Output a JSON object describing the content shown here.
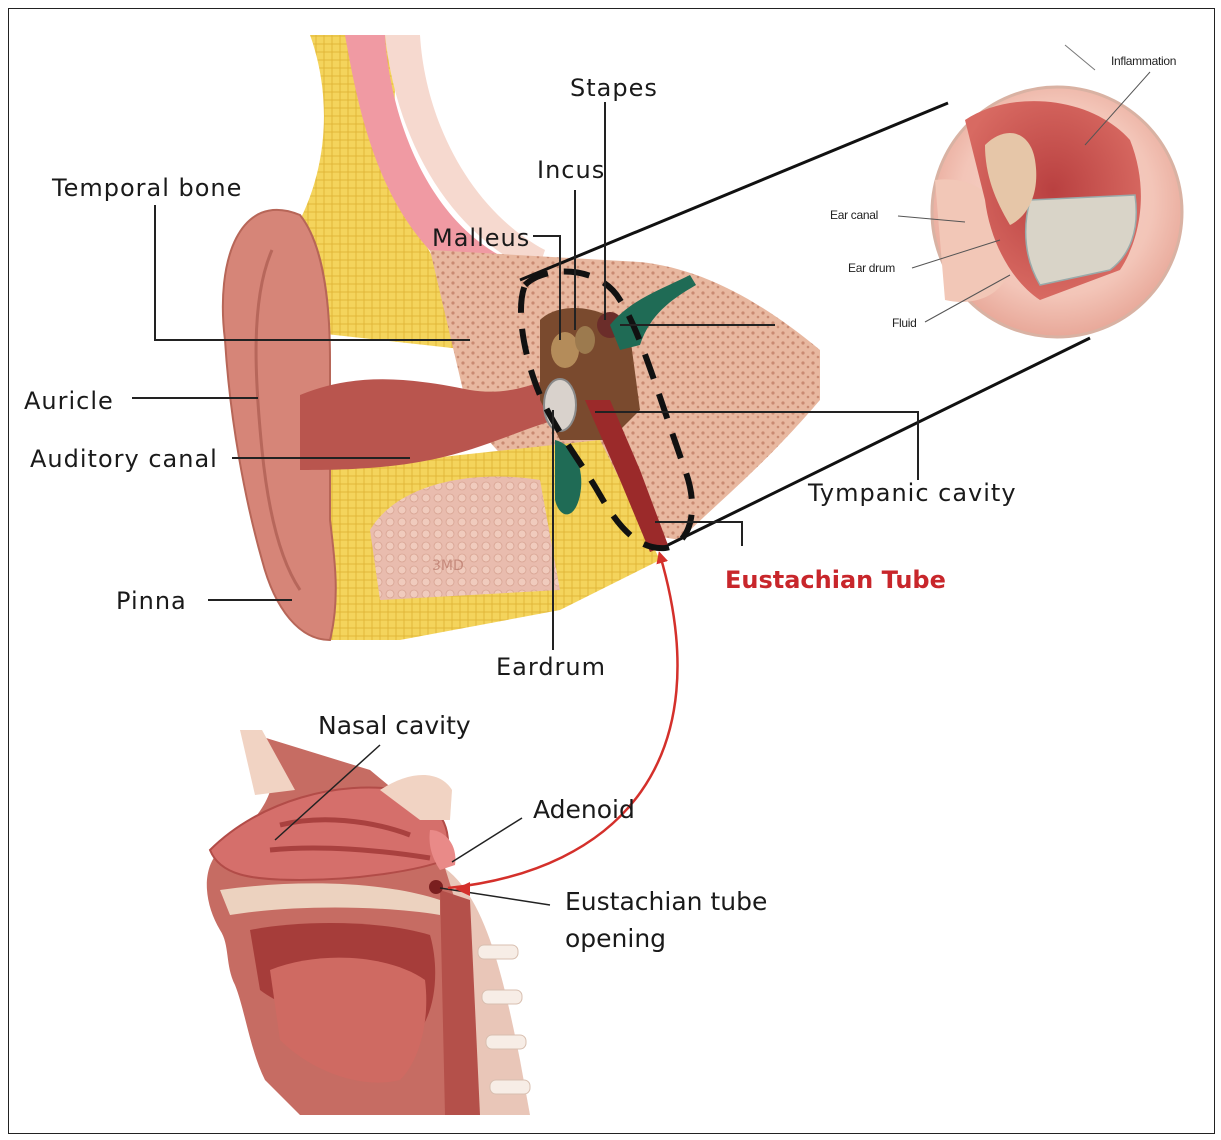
{
  "ear_diagram": {
    "labels": {
      "temporal_bone": "Temporal bone",
      "auricle": "Auricle",
      "auditory_canal": "Auditory canal",
      "pinna": "Pinna",
      "malleus": "Malleus",
      "incus": "Incus",
      "stapes": "Stapes",
      "eardrum": "Eardrum",
      "tympanic_cavity": "Tympanic cavity",
      "eustachian_tube": "Eustachian Tube",
      "watermark": "3MD"
    },
    "highlight_color": "#c8262b"
  },
  "inset": {
    "labels": {
      "inflammation": "Inflammation",
      "ear_canal": "Ear canal",
      "ear_drum": "Ear drum",
      "fluid": "Fluid"
    }
  },
  "head_diagram": {
    "labels": {
      "nasal_cavity": "Nasal cavity",
      "adenoid": "Adenoid",
      "eustachian_tube_opening_line1": "Eustachian tube",
      "eustachian_tube_opening_line2": "opening"
    }
  },
  "colors": {
    "skin": "#d98a80",
    "bone": "#f2d25a",
    "tissue": "#e7b49c",
    "tube": "#9b2a2a",
    "green": "#1f6b55",
    "arrow": "#d4302b"
  }
}
